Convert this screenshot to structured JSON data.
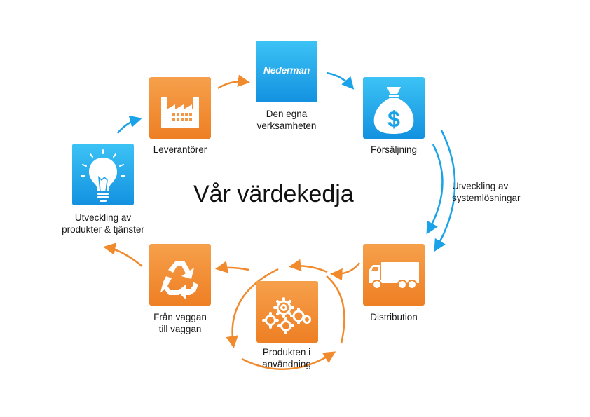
{
  "title": "Vår värdekedja",
  "colors": {
    "orange": "#f08a2c",
    "blue": "#1aa3e8",
    "text": "#1a1a1a"
  },
  "nodes": {
    "leverantorer": {
      "label": "Leverantörer",
      "icon": "factory-icon",
      "color": "orange"
    },
    "egna": {
      "label_line1": "Den egna",
      "label_line2": "verksamheten",
      "logo_text": "Nederman",
      "icon": "nederman-logo",
      "color": "blue"
    },
    "forsaljning": {
      "label": "Försäljning",
      "icon": "money-bag-icon",
      "color": "blue"
    },
    "distribution": {
      "label": "Distribution",
      "icon": "truck-icon",
      "color": "orange"
    },
    "produkten": {
      "label_line1": "Produkten i",
      "label_line2": "användning",
      "icon": "gears-icon",
      "color": "orange"
    },
    "vaggan": {
      "label_line1": "Från vaggan",
      "label_line2": "till vaggan",
      "icon": "recycle-icon",
      "color": "orange"
    },
    "utveckling": {
      "label_line1": "Utveckling av",
      "label_line2": "produkter & tjänster",
      "icon": "lightbulb-icon",
      "color": "blue"
    }
  },
  "side_note": {
    "line1": "Utveckling av",
    "line2": "systemlösningar"
  }
}
